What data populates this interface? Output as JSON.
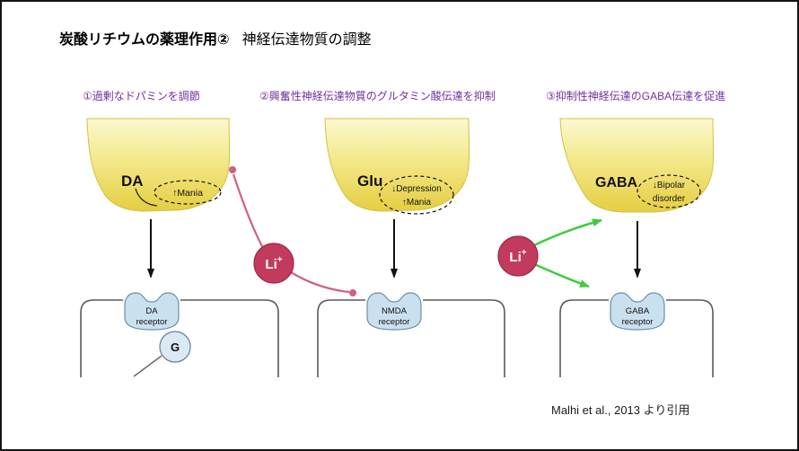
{
  "title": {
    "bold": "炭酸リチウムの薬理作用②",
    "rest": "神経伝達物質の調整"
  },
  "annotations": {
    "item1": "①過剰なドパミンを調節",
    "item2": "②興奮性神経伝達物質のグルタミン酸伝達を抑制",
    "item3": "③抑制性神経伝達のGABA伝達を促進"
  },
  "panels": [
    {
      "label": "DA",
      "oval_line1": "↑Mania",
      "oval_line2": "",
      "receptor_line1": "DA",
      "receptor_line2": "receptor"
    },
    {
      "label": "Glu",
      "oval_line1": "↓Depression",
      "oval_line2": "↑Mania",
      "receptor_line1": "NMDA",
      "receptor_line2": "receptor"
    },
    {
      "label": "GABA",
      "oval_line1": "↓Bipolar",
      "oval_line2": "disorder",
      "receptor_line1": "GABA",
      "receptor_line2": "receptor"
    }
  ],
  "lithium": {
    "symbol": "Li",
    "charge": "+"
  },
  "g_protein": "G",
  "citation": "Malhi et al., 2013 より引用",
  "colors": {
    "annotation": "#7030A0",
    "lithium_fill": "#C23B5C",
    "lithium_stroke": "#9E2946",
    "pink_line": "#CE6283",
    "green_arrow": "#3ECB3E",
    "terminal_top": "#FBF8CF",
    "terminal_bottom": "#E5CE41",
    "receptor_fill": "#C9E0EF"
  }
}
